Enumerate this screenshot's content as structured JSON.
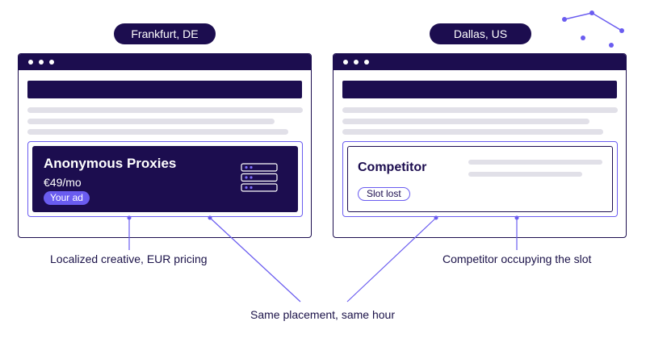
{
  "locations": {
    "left": "Frankfurt, DE",
    "right": "Dallas, US"
  },
  "ad": {
    "title": "Anonymous Proxies",
    "price": "€49/mo",
    "badge": "Your ad"
  },
  "competitor": {
    "title": "Competitor",
    "badge": "Slot lost"
  },
  "annotations": {
    "left": "Localized creative, EUR pricing",
    "right": "Competitor occupying the slot",
    "center": "Same placement, same hour"
  },
  "colors": {
    "navy": "#1c0d4f",
    "accent": "#6a5cf0",
    "placeholder_line": "#e1e0e8"
  },
  "icons": [
    "server-icon",
    "constellation-icon"
  ]
}
